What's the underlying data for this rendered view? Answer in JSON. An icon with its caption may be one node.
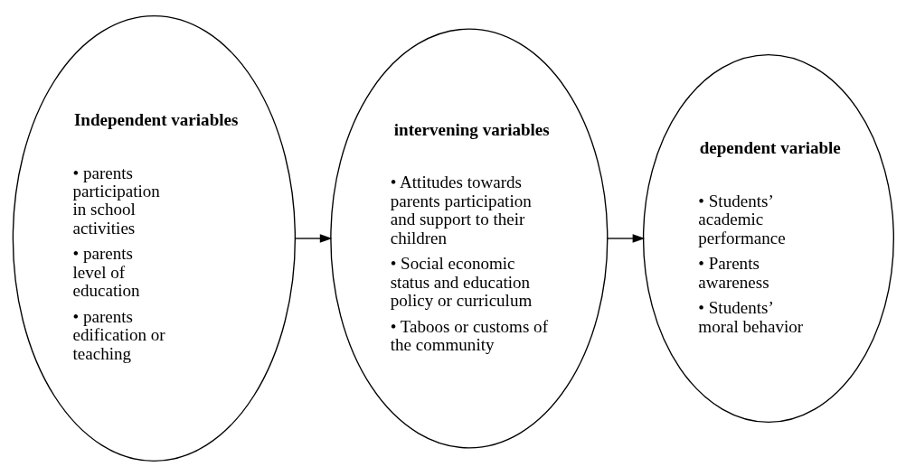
{
  "diagram": {
    "nodes": [
      {
        "text": [
          "Independent variables",
          "• parents participation in school activities",
          "• parents level of education",
          "• parents edification or teaching"
        ]
      },
      {
        "text": [
          "intervening variables",
          "• Attitudes towards parents participation and support to their children",
          "• Social economic status and education policy or curriculum",
          "• Taboos or customs of the community"
        ]
      },
      {
        "text": [
          "dependent variable",
          "• Students’ academic performance",
          "• Parents awareness",
          "• Students’ moral behavior"
        ]
      }
    ],
    "edges": [
      {
        "from": 0,
        "to": 1,
        "arrow": "to"
      },
      {
        "from": 1,
        "to": 2,
        "arrow": "to"
      }
    ]
  }
}
